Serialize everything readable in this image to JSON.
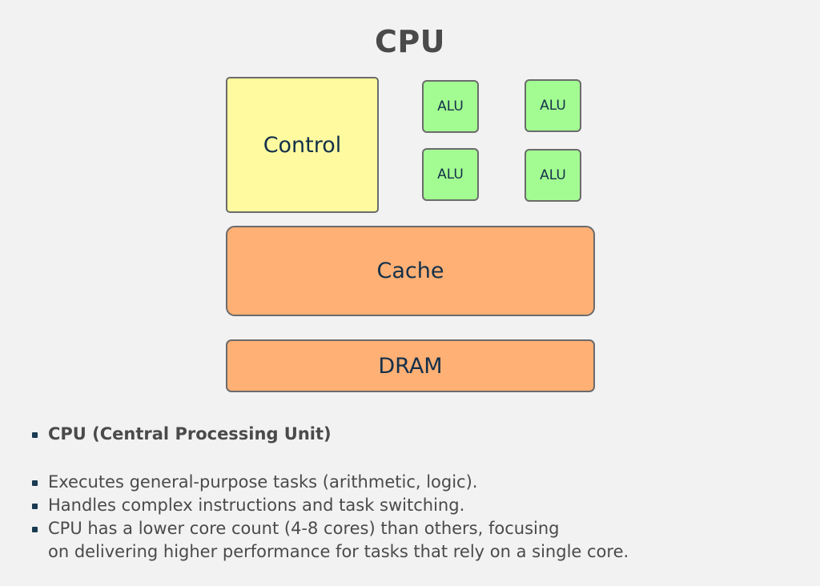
{
  "title": "CPU",
  "diagram": {
    "control": {
      "label": "Control",
      "color": "#fffa9f"
    },
    "alus": [
      {
        "label": "ALU"
      },
      {
        "label": "ALU"
      },
      {
        "label": "ALU"
      },
      {
        "label": "ALU"
      }
    ],
    "alu_color": "#a3fc91",
    "cache": {
      "label": "Cache",
      "color": "#ffb075"
    },
    "dram": {
      "label": "DRAM",
      "color": "#ffb075"
    }
  },
  "bullets": {
    "heading": "CPU (Central Processing Unit)",
    "items": [
      "Executes general-purpose tasks (arithmetic, logic).",
      "Handles complex instructions and task switching.",
      "CPU has a lower core count (4-8 cores) than others, focusing",
      "on delivering higher performance for tasks that rely on a single core."
    ]
  }
}
